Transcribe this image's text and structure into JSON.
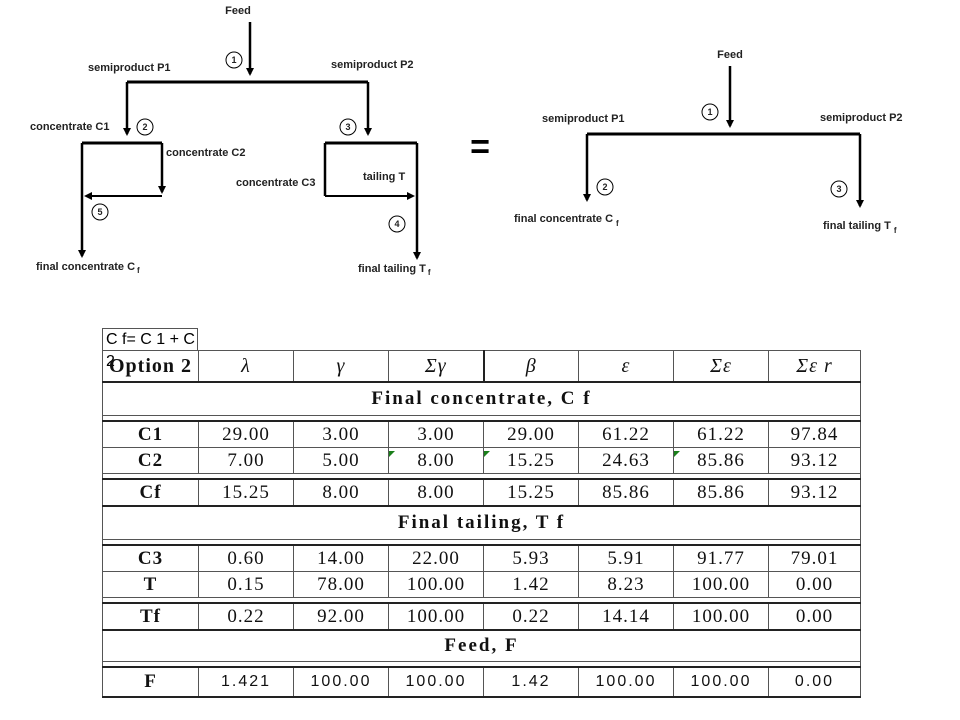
{
  "left_diagram": {
    "feed": "Feed",
    "semiproduct_p1": "semiproduct P1",
    "semiproduct_p2": "semiproduct P2",
    "concentrate_c1": "concentrate C1",
    "concentrate_c2": "concentrate C2",
    "concentrate_c3": "concentrate C3",
    "tailing_t": "tailing  T",
    "final_concentrate": "final concentrate C",
    "final_concentrate_sub": "f",
    "final_tailing": "final tailing T",
    "final_tailing_sub": "f",
    "nodes": [
      "1",
      "2",
      "3",
      "4",
      "5"
    ]
  },
  "equals_sign": "=",
  "right_diagram": {
    "feed": "Feed",
    "semiproduct_p1": "semiproduct P1",
    "semiproduct_p2": "semiproduct P2",
    "final_concentrate": "final concentrate  C",
    "final_concentrate_sub": "f",
    "final_tailing": "final tailing T",
    "final_tailing_sub": "f",
    "nodes": [
      "1",
      "2",
      "3"
    ]
  },
  "table": {
    "formula": "C f= C 1 + C 2",
    "option_label": "Option 2",
    "headers": [
      "λ",
      "γ",
      "Σγ",
      "β",
      "ε",
      "Σε",
      "Σε r"
    ],
    "sections": [
      {
        "title": "Final concentrate, C f",
        "rows": [
          {
            "label": "C1",
            "values": [
              "29.00",
              "3.00",
              "3.00",
              "29.00",
              "61.22",
              "61.22",
              "97.84"
            ]
          },
          {
            "label": "C2",
            "values": [
              "7.00",
              "5.00",
              "8.00",
              "15.25",
              "24.63",
              "85.86",
              "93.12"
            ]
          },
          {
            "label": "Cf",
            "values": [
              "15.25",
              "8.00",
              "8.00",
              "15.25",
              "85.86",
              "85.86",
              "93.12"
            ]
          }
        ]
      },
      {
        "title": "Final tailing, T f",
        "rows": [
          {
            "label": "C3",
            "values": [
              "0.60",
              "14.00",
              "22.00",
              "5.93",
              "5.91",
              "91.77",
              "79.01"
            ]
          },
          {
            "label": "T",
            "values": [
              "0.15",
              "78.00",
              "100.00",
              "1.42",
              "8.23",
              "100.00",
              "0.00"
            ]
          },
          {
            "label": "Tf",
            "values": [
              "0.22",
              "92.00",
              "100.00",
              "0.22",
              "14.14",
              "100.00",
              "0.00"
            ]
          }
        ]
      },
      {
        "title": "Feed, F",
        "rows": [
          {
            "label": "F",
            "values": [
              "1.421",
              "100.00",
              "100.00",
              "1.42",
              "100.00",
              "100.00",
              "0.00"
            ]
          }
        ]
      }
    ]
  }
}
